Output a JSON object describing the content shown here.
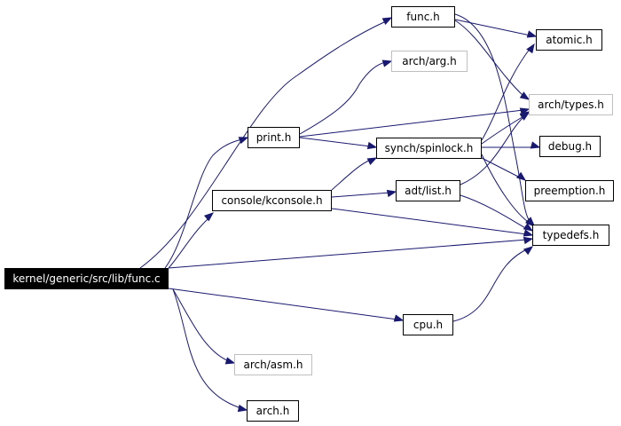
{
  "colors": {
    "edge": "#191970",
    "node_border": "#000000",
    "external_border": "#bfbfbf",
    "root_fill": "#000000",
    "root_text": "#ffffff"
  },
  "nodes": {
    "root": "kernel/generic/src/lib/func.c",
    "func_h": "func.h",
    "arch_arg_h": "arch/arg.h",
    "atomic_h": "atomic.h",
    "print_h": "print.h",
    "arch_types_h": "arch/types.h",
    "spinlock_h": "synch/spinlock.h",
    "debug_h": "debug.h",
    "kconsole_h": "console/kconsole.h",
    "list_h": "adt/list.h",
    "preemption_h": "preemption.h",
    "typedefs_h": "typedefs.h",
    "cpu_h": "cpu.h",
    "arch_asm_h": "arch/asm.h",
    "arch_h": "arch.h"
  }
}
